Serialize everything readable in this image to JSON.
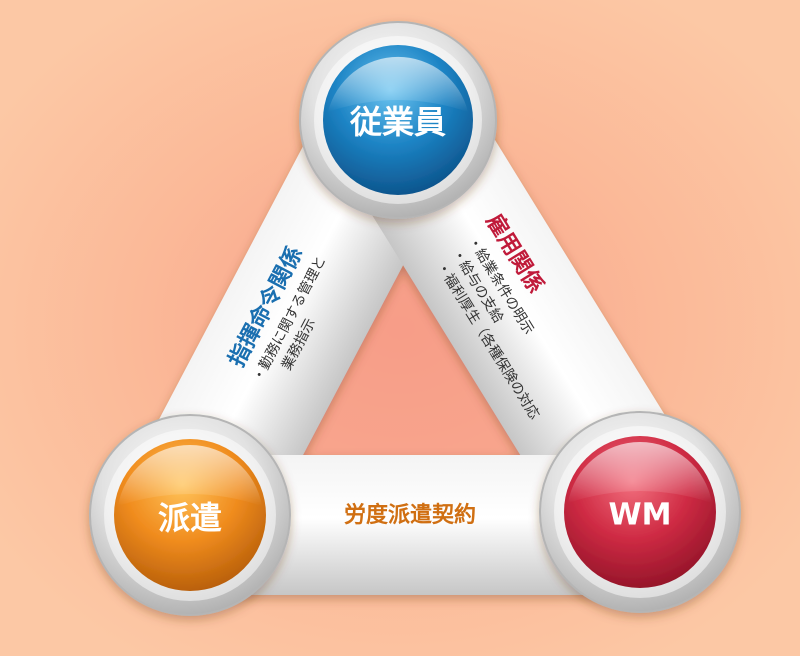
{
  "colors": {
    "background": "#fcc8a5",
    "center_glow": "#f7a48c",
    "employee": "#1c7fc0",
    "dispatch": "#e07a1a",
    "wm": "#c8263f",
    "dispatch_contract_text": "#d06f12",
    "command_text": "#1a6fb0",
    "employment_text": "#c01a3a"
  },
  "nodes": {
    "employee": {
      "label": "従業員",
      "color": "blue"
    },
    "dispatch": {
      "label": "派遣",
      "color": "orange"
    },
    "wm": {
      "label": "WM",
      "color": "red"
    }
  },
  "bars": {
    "bottom": {
      "title": "労度派遣契約"
    },
    "left": {
      "title": "指揮命令関係",
      "items": [
        "・勤務に関する管理と",
        "業務指示"
      ]
    },
    "right": {
      "title": "雇用関係",
      "items": [
        "・給業条件の明示",
        "・給与の支給",
        "・福利厚生（各種保険の対応"
      ]
    }
  }
}
